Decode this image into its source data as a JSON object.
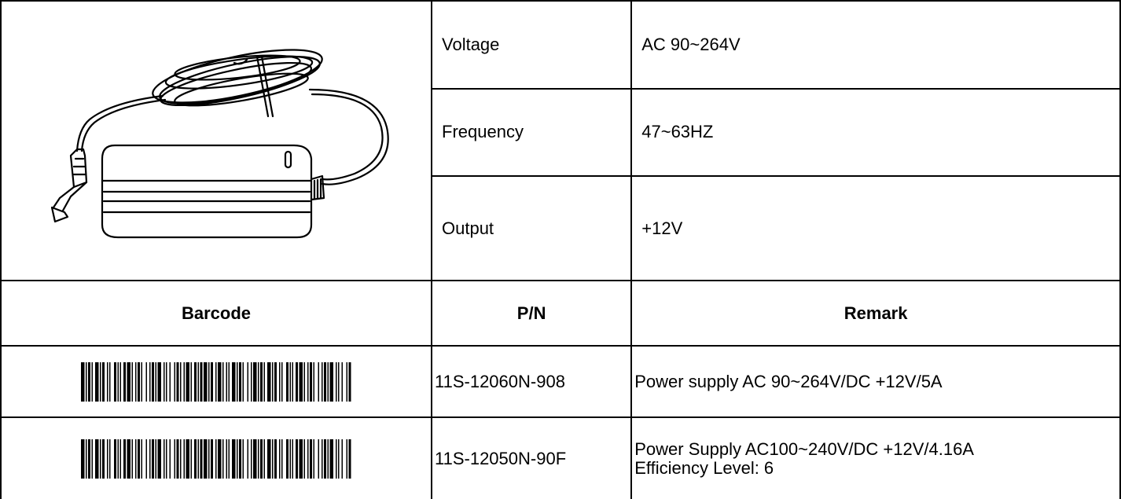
{
  "product": {
    "image_alt": "power-adapter",
    "specs": [
      {
        "label": "Voltage",
        "value": "AC 90~264V"
      },
      {
        "label": "Frequency",
        "value": "47~63HZ"
      },
      {
        "label": "Output",
        "value": "+12V"
      }
    ]
  },
  "parts_table": {
    "headers": [
      "Barcode",
      "P/N",
      "Remark"
    ],
    "rows": [
      {
        "pn": "11S-12060N-908",
        "remark_lines": [
          "Power supply AC 90~264V/DC +12V/5A"
        ]
      },
      {
        "pn": "11S-12050N-90F",
        "remark_lines": [
          "Power Supply AC100~240V/DC +12V/4.16A",
          "Efficiency Level: 6"
        ]
      }
    ]
  }
}
